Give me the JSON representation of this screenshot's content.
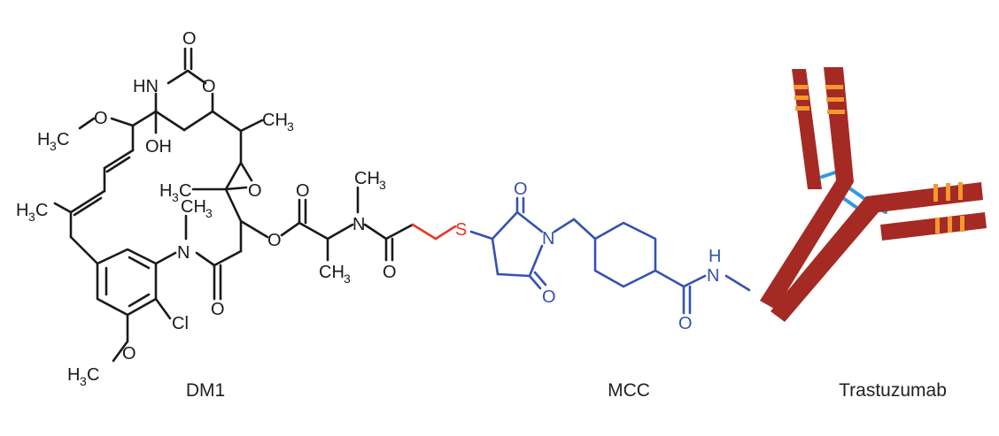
{
  "labels": {
    "dm1": "DM1",
    "mcc": "MCC",
    "trastuzumab": "Trastuzumab"
  },
  "atoms": {
    "o": "O",
    "n": "N",
    "s": "S",
    "h": "H",
    "hn": "HN",
    "oh": "OH",
    "cl": "Cl",
    "h3c": "H",
    "ch3": "CH",
    "three": "3"
  },
  "colors": {
    "dm1": "#1a1a1a",
    "linker_thioether": "#e8362a",
    "mcc": "#3452b0",
    "antibody": "#a52a24",
    "antibody_bands": "#f39a2b",
    "disulfide": "#2f9ae0"
  }
}
